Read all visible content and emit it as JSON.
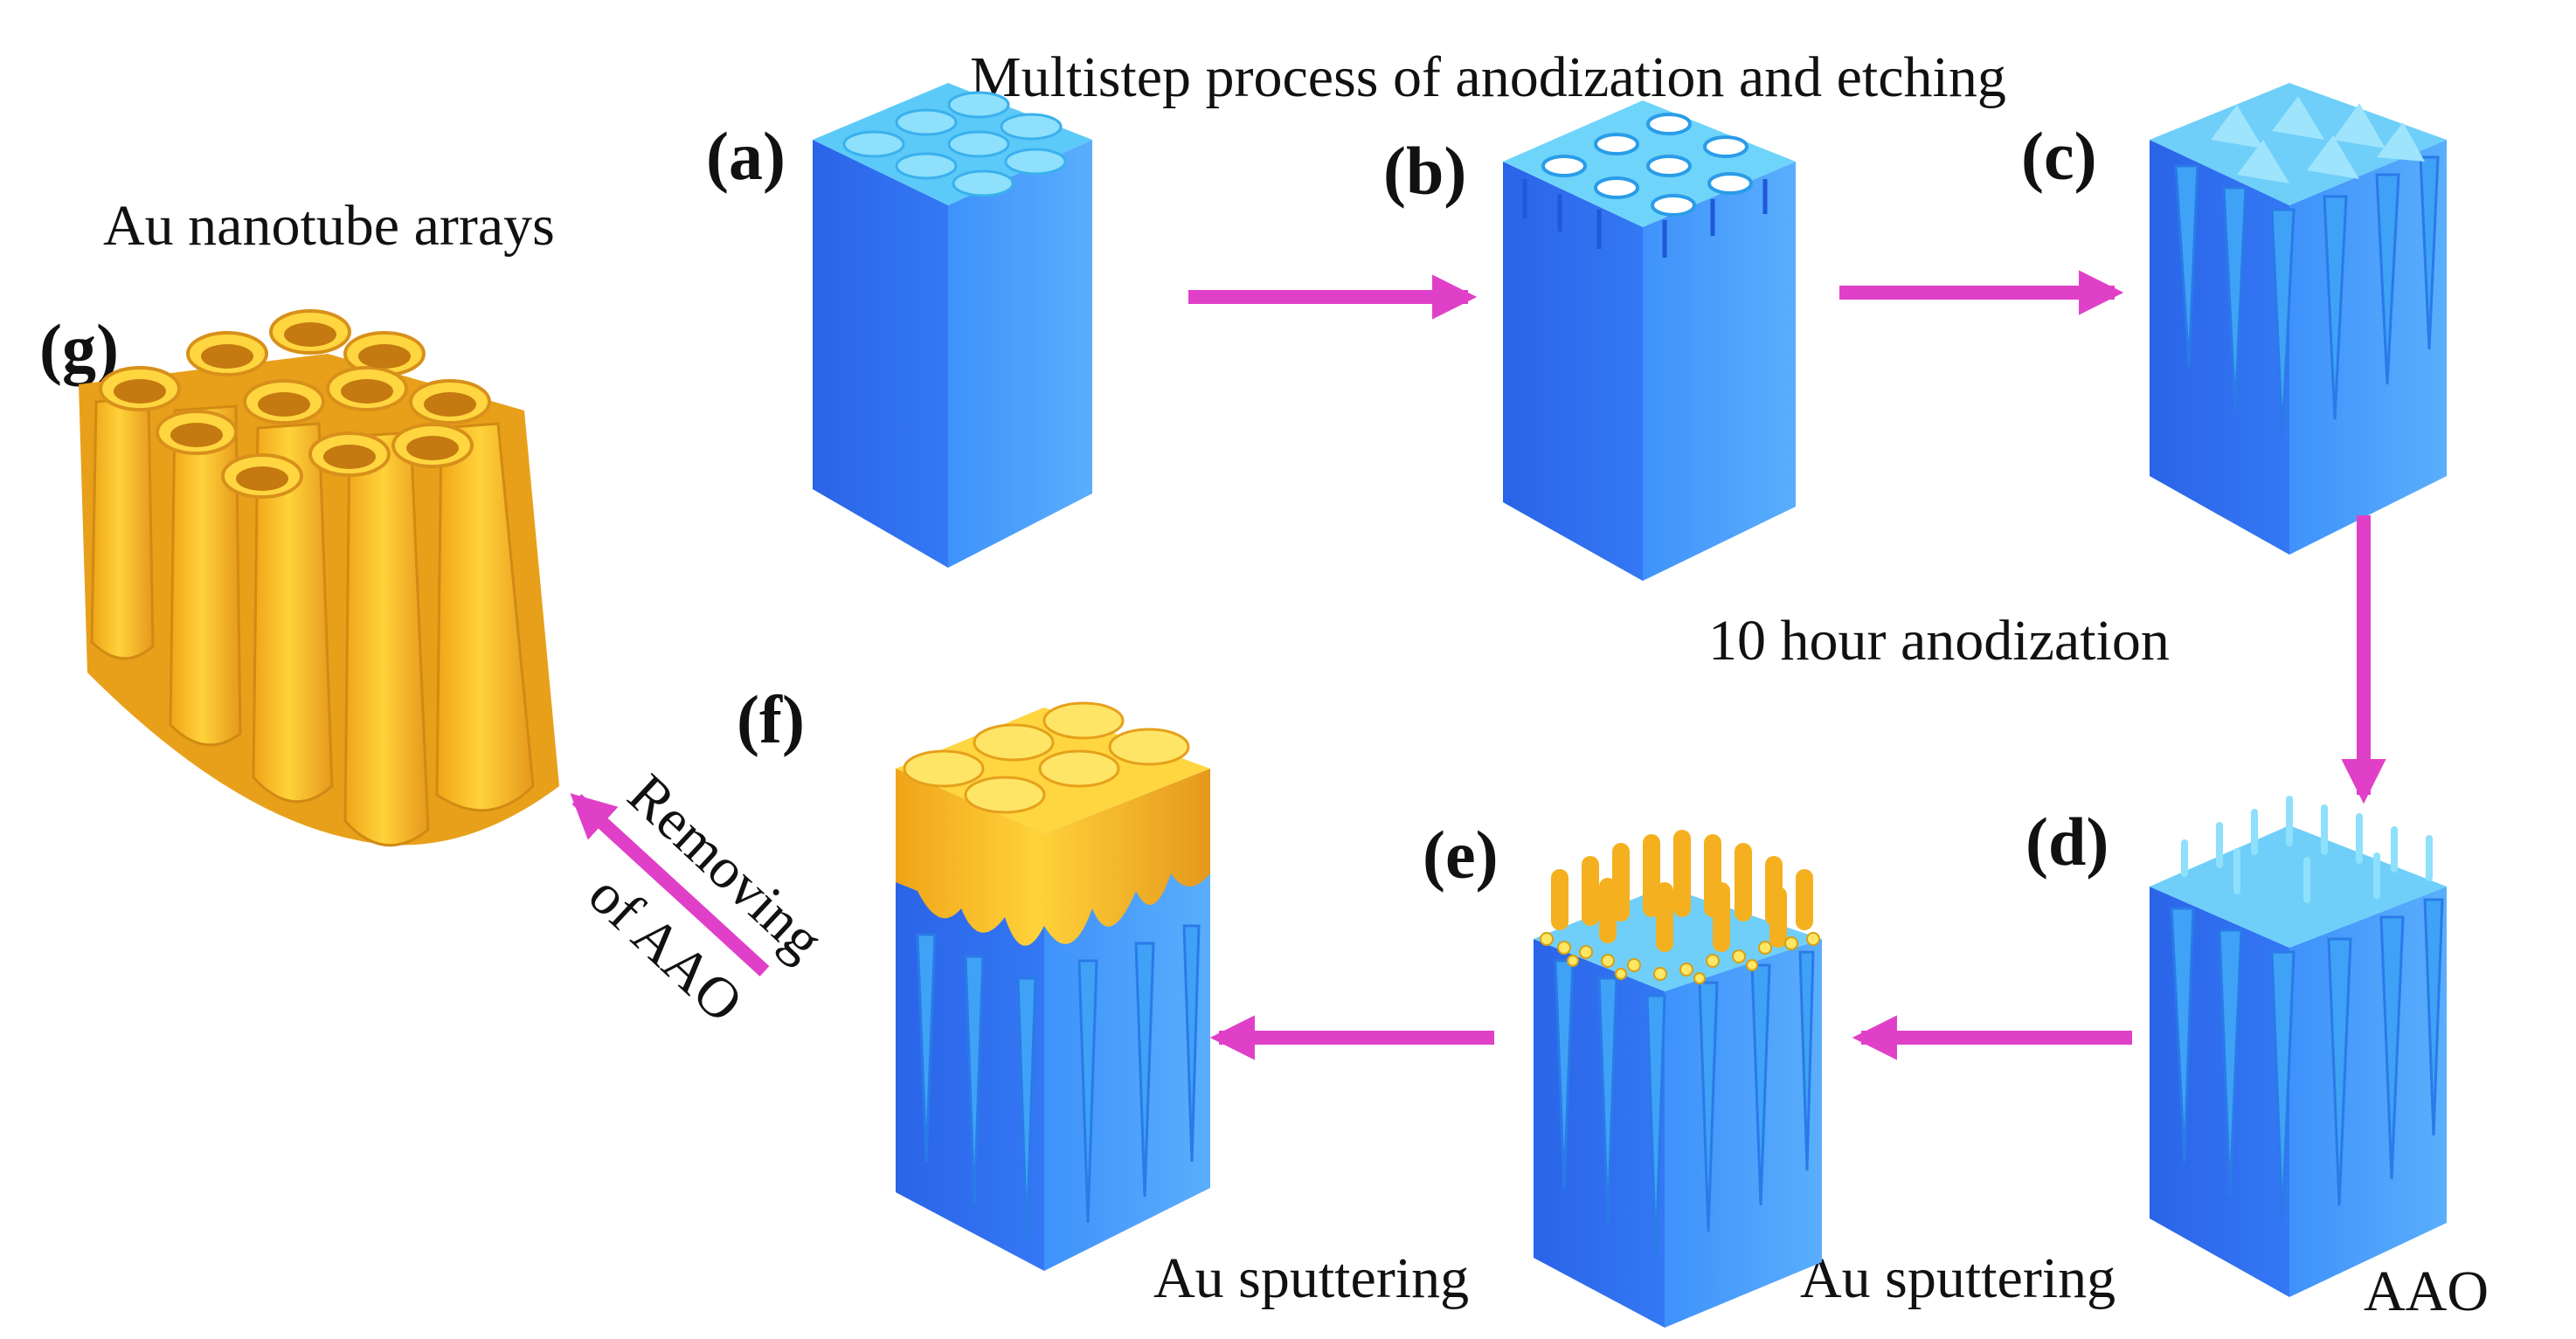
{
  "title": "Multistep process of anodization and etching",
  "colors": {
    "arrow": "#e040c8",
    "aao_front": "#2d6ff0",
    "aao_side": "#4a9dfc",
    "aao_top": "#58c8f8",
    "gold_front": "#f5b020",
    "gold_light": "#ffd640",
    "gold_dark": "#d8901a",
    "particle": "#f8e060"
  },
  "panels": [
    {
      "id": "a",
      "label": "(a)"
    },
    {
      "id": "b",
      "label": "(b)"
    },
    {
      "id": "c",
      "label": "(c)"
    },
    {
      "id": "d",
      "label": "(d)",
      "caption": "AAO"
    },
    {
      "id": "e",
      "label": "(e)"
    },
    {
      "id": "f",
      "label": "(f)"
    },
    {
      "id": "g",
      "label": "(g)",
      "caption": "Au nanotube arrays"
    }
  ],
  "steps": {
    "c_to_d": "10 hour anodization",
    "d_to_e": "Au sputtering",
    "e_to_f": "Au sputtering",
    "f_to_g_line1": "Removing",
    "f_to_g_line2": "of AAO"
  }
}
